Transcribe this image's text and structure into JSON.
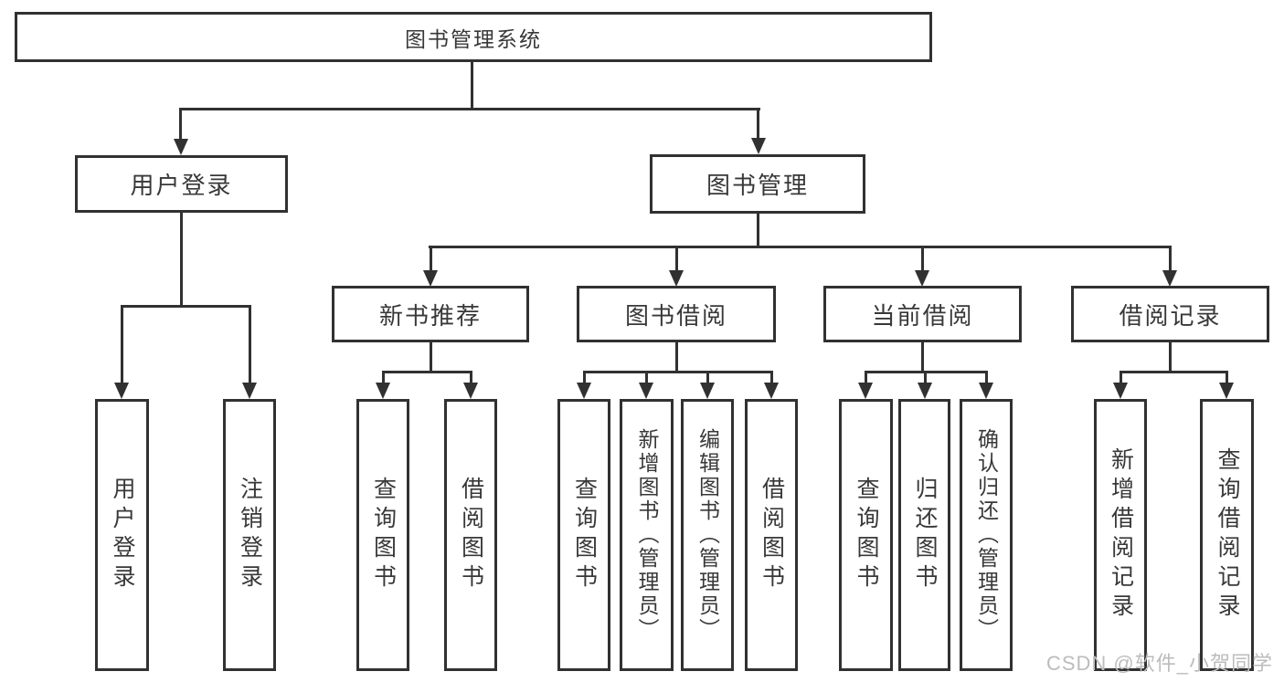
{
  "diagram": {
    "root": "图书管理系统",
    "level1": {
      "user_login": "用户登录",
      "book_management": "图书管理"
    },
    "level2": {
      "new_book_recommend": "新书推荐",
      "book_borrow": "图书借阅",
      "current_borrow": "当前借阅",
      "borrow_record": "借阅记录"
    },
    "leaves": {
      "user_login": "用户登录",
      "logout": "注销登录",
      "nb_query_book": "查询图书",
      "nb_borrow_book": "借阅图书",
      "bb_query_book": "查询图书",
      "bb_add_book": "新增图书（管理员）",
      "bb_edit_book": "编辑图书（管理员）",
      "bb_borrow_book": "借阅图书",
      "cb_query_book": "查询图书",
      "cb_return_book": "归还图书",
      "cb_confirm_return": "确认归还（管理员）",
      "br_add_record": "新增借阅记录",
      "br_query_record": "查询借阅记录"
    },
    "line_color": "#313131",
    "watermark_color": "#bcbcbc"
  },
  "watermark": "CSDN @软件_小贺同学"
}
